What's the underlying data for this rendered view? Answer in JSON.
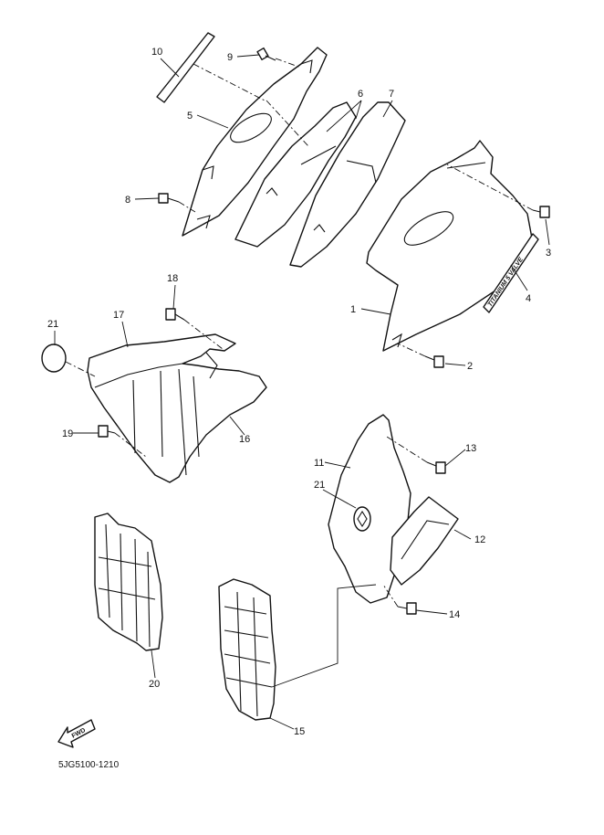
{
  "diagram": {
    "callouts": [
      "1",
      "2",
      "3",
      "4",
      "5",
      "6",
      "7",
      "8",
      "9",
      "10",
      "11",
      "12",
      "13",
      "14",
      "15",
      "16",
      "17",
      "18",
      "19",
      "20",
      "21",
      "21"
    ],
    "decal_text": "TITANIUM 5 VALVE",
    "fwd_label": "FWD",
    "figure_code": "5JG5100-1210"
  }
}
